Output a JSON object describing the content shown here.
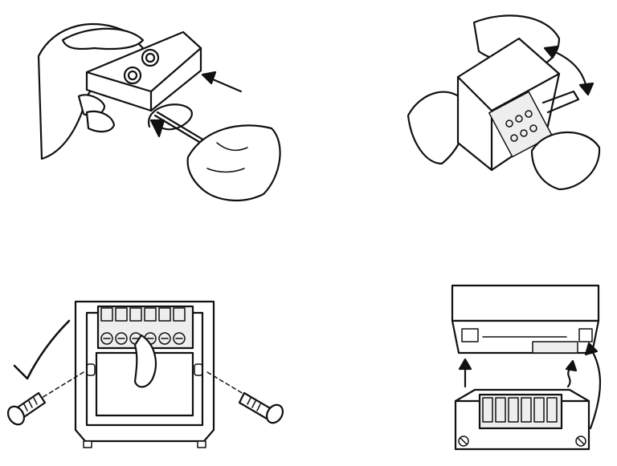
{
  "steps": [
    {
      "id": 1,
      "icon": "screwdriver-release-icon"
    },
    {
      "id": 2,
      "icon": "hinge-open-icon"
    },
    {
      "id": 3,
      "icon": "wall-mount-screws-icon"
    },
    {
      "id": 4,
      "icon": "reattach-cover-icon"
    }
  ],
  "colors": {
    "line": "#111111",
    "background": "#ffffff"
  }
}
